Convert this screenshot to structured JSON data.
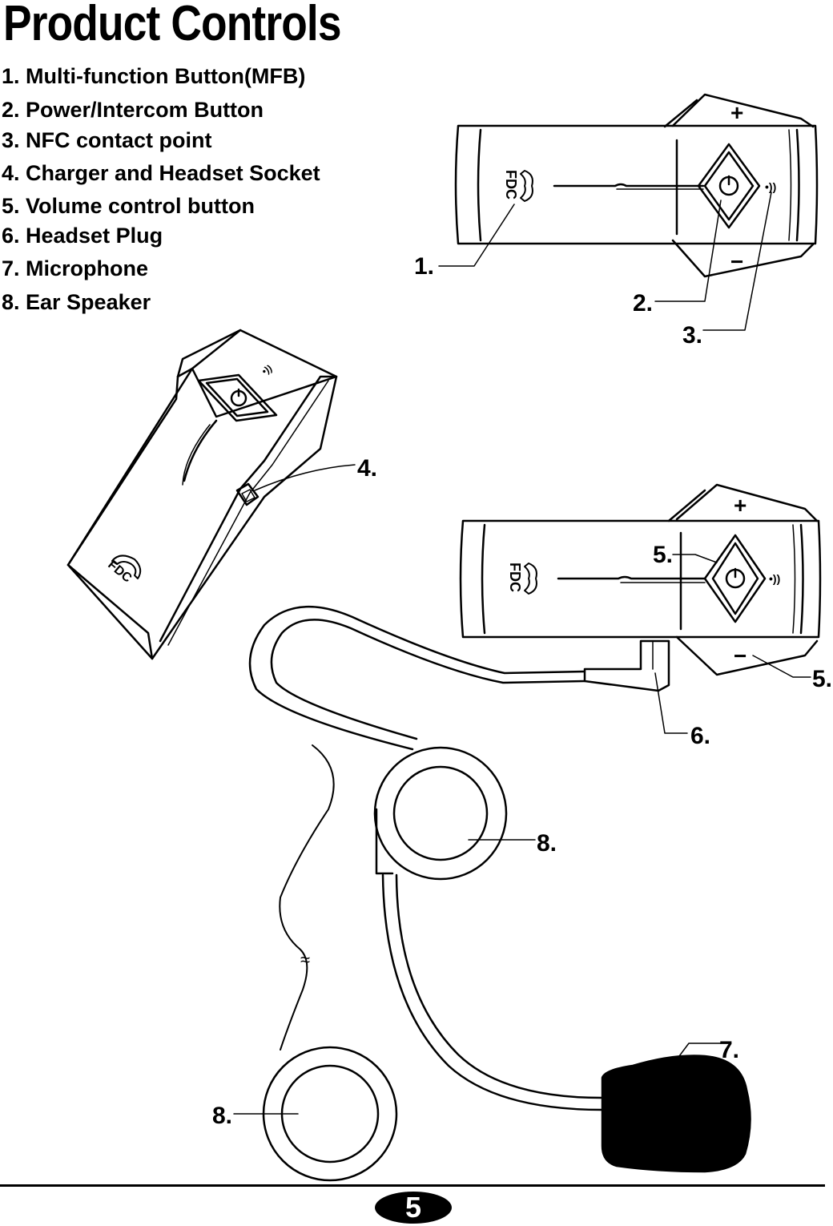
{
  "title": "Product Controls",
  "legend": [
    "1. Multi-function Button(MFB)",
    "2. Power/Intercom Button",
    "3. NFC contact point",
    "4. Charger and Headset Socket",
    "5. Volume control button",
    "6. Headset Plug",
    "7. Microphone",
    "8. Ear Speaker"
  ],
  "callouts": {
    "c1": "1.",
    "c2": "2.",
    "c3": "3.",
    "c4": "4.",
    "c5a": "5.",
    "c5b": "5.",
    "c6": "6.",
    "c7": "7.",
    "c8a": "8.",
    "c8b": "8."
  },
  "device": {
    "brand": "FDC",
    "plus": "+",
    "minus": "−",
    "power_glyph": "⏻",
    "nfc_glyph": "•))"
  },
  "page_number": "5"
}
